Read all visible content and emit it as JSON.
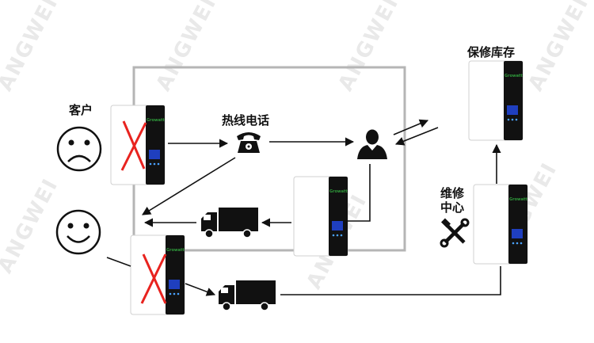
{
  "labels": {
    "customer": "客户",
    "hotline": "热线电话",
    "warehouse": "保修库存",
    "repair_center_line1": "维修",
    "repair_center_line2": "中心"
  },
  "watermark_text": "ANGWEI",
  "device_brand": "Growatt",
  "colors": {
    "cross": "#e8231f",
    "device_panel": "#111111",
    "device_screen": "#1f3fbf",
    "box_border": "#b5b5b5",
    "line": "#111111"
  }
}
